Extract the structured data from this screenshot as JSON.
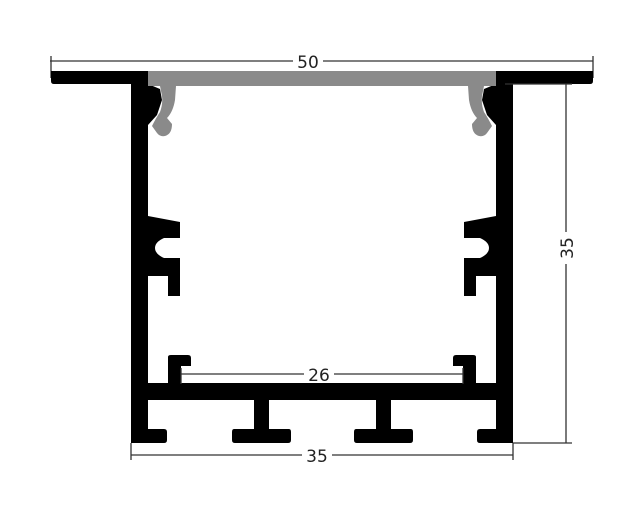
{
  "drawing": {
    "subject": "LED aluminum profile cross-section",
    "colors": {
      "profile": "#000000",
      "diffuser": "#8a8a8a",
      "dimension_line": "#333333",
      "background": "#ffffff"
    },
    "dimensions": {
      "top_width": {
        "label": "50",
        "orientation": "horizontal",
        "position": "top"
      },
      "height": {
        "label": "35",
        "orientation": "vertical",
        "position": "right"
      },
      "inner_bottom_width": {
        "label": "26",
        "orientation": "horizontal",
        "position": "inner-bottom"
      },
      "bottom_width": {
        "label": "35",
        "orientation": "horizontal",
        "position": "bottom"
      }
    },
    "parts": [
      {
        "name": "aluminum profile body",
        "color": "#000000"
      },
      {
        "name": "diffuser cover",
        "color": "#8a8a8a"
      }
    ]
  }
}
